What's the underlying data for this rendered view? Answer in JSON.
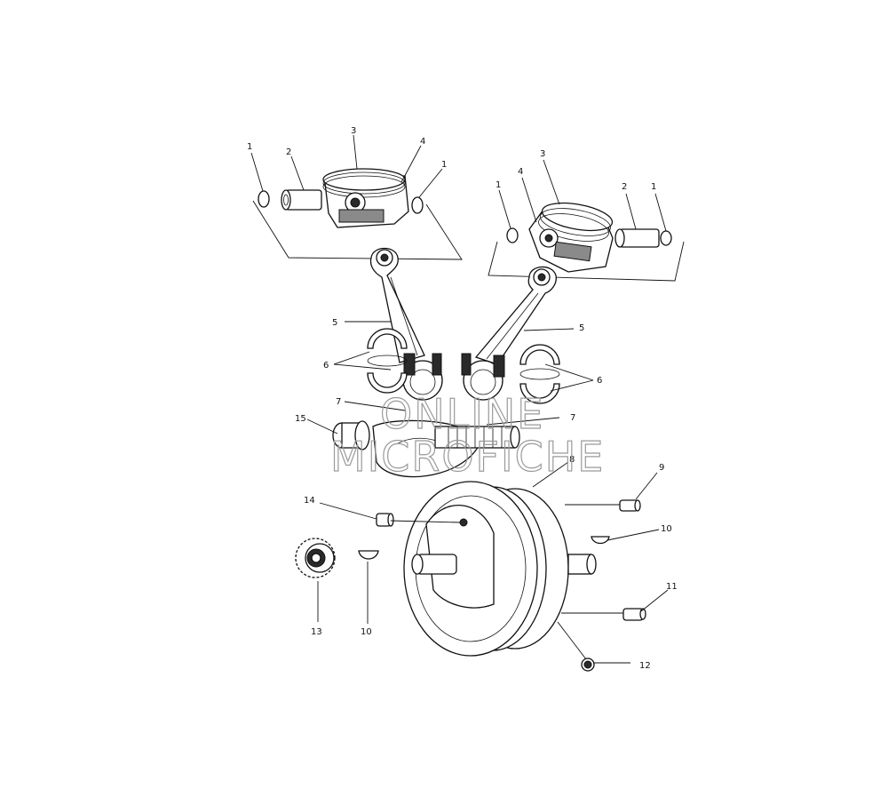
{
  "watermark": {
    "line1": "ONLINE",
    "line2": "MICROFICHE"
  },
  "callouts": {
    "c1_left_a": "1",
    "c2_left": "2",
    "c3_left": "3",
    "c4_left": "4",
    "c1_left_b": "1",
    "c1_right_a": "1",
    "c4_right": "4",
    "c3_right": "3",
    "c2_right": "2",
    "c1_right_b": "1",
    "c5_left": "5",
    "c5_right": "5",
    "c6_left": "6",
    "c6_right": "6",
    "c7_left": "7",
    "c7_right": "7",
    "c15": "15",
    "c8": "8",
    "c9": "9",
    "c14": "14",
    "c10_right": "10",
    "c11": "11",
    "c12": "12",
    "c13": "13",
    "c10_left": "10"
  }
}
